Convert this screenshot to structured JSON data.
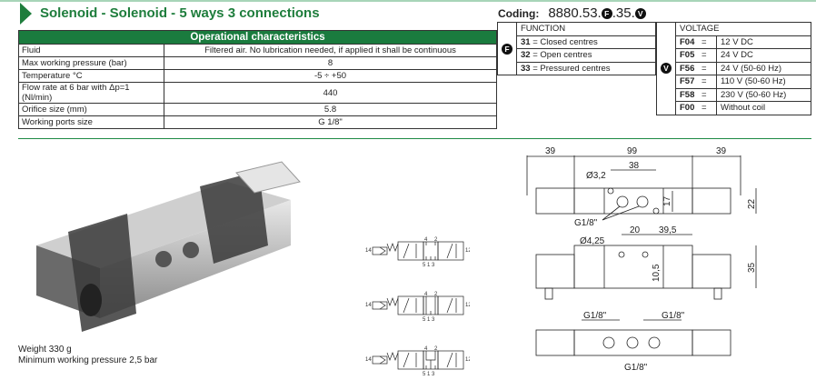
{
  "title": "Solenoid - Solenoid - 5 ways 3 connections",
  "ops": {
    "header": "Operational characteristics",
    "rows": [
      {
        "label": "Fluid",
        "value": "Filtered air. No lubrication needed, if applied it shall be continuous"
      },
      {
        "label": "Max working pressure (bar)",
        "value": "8"
      },
      {
        "label": "Temperature °C",
        "value": "-5 ÷ +50"
      },
      {
        "label": "Flow rate at 6 bar with Δp=1 (Nl/min)",
        "value": "440"
      },
      {
        "label": "Orifice size (mm)",
        "value": "5.8"
      },
      {
        "label": "Working ports size",
        "value": "G 1/8\""
      }
    ]
  },
  "coding": {
    "label": "Coding:",
    "prefix": "8880.53.",
    "f": "F",
    "mid": ".35.",
    "v": "V"
  },
  "function": {
    "header": "FUNCTION",
    "rows": [
      {
        "code": "31",
        "eq": "=",
        "text": "Closed centres"
      },
      {
        "code": "32",
        "eq": "=",
        "text": "Open centres"
      },
      {
        "code": "33",
        "eq": "=",
        "text": "Pressured centres"
      }
    ]
  },
  "voltage": {
    "header": "VOLTAGE",
    "rows": [
      {
        "code": "F04",
        "eq": "=",
        "text": "12 V DC"
      },
      {
        "code": "F05",
        "eq": "=",
        "text": "24 V DC"
      },
      {
        "code": "F56",
        "eq": "=",
        "text": "24 V (50-60 Hz)"
      },
      {
        "code": "F57",
        "eq": "=",
        "text": "110 V (50-60 Hz)"
      },
      {
        "code": "F58",
        "eq": "=",
        "text": "230 V (50-60 Hz)"
      },
      {
        "code": "F00",
        "eq": "=",
        "text": "Without coil"
      }
    ]
  },
  "weight": "Weight 330 g",
  "min_pressure": "Minimum working pressure 2,5 bar",
  "symbol_ports": {
    "p14": "14",
    "p12": "12",
    "p4": "4",
    "p2": "2",
    "p513": "5 1 3"
  },
  "dims": {
    "d39a": "39",
    "d99": "99",
    "d39b": "39",
    "d38": "38",
    "d32": "Ø3,2",
    "d17": "17",
    "d22": "22",
    "g18a": "G1/8\"",
    "d425": "Ø4,25",
    "d20": "20",
    "d395": "39,5",
    "d105": "10,5",
    "d35": "35",
    "g18b": "G1/8\"",
    "g18c": "G1/8\"",
    "g18d": "G1/8\""
  }
}
